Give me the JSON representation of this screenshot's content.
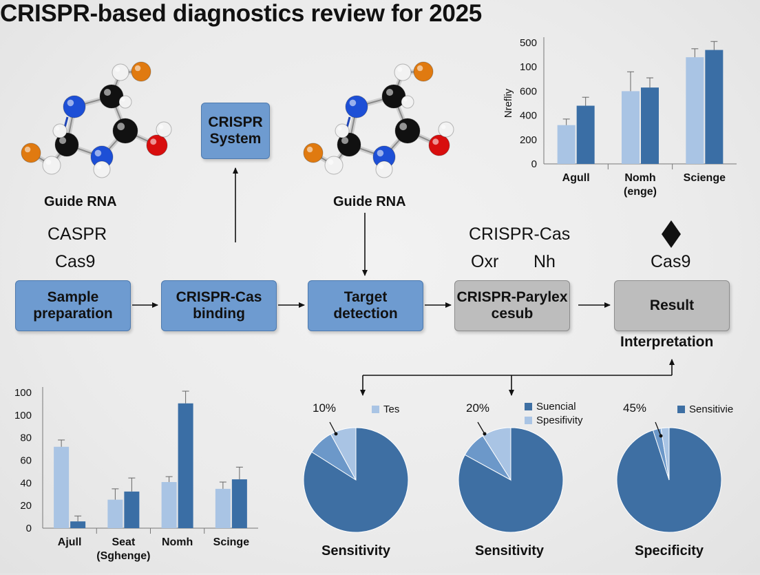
{
  "title": "CRISPR-based diagnostics review for 2025",
  "molecules": [
    {
      "label": "Guide RNA"
    },
    {
      "label": "Guide RNA"
    }
  ],
  "crispr_system_box": {
    "line1": "CRISPR",
    "line2": "System"
  },
  "floating_labels": {
    "caspr": "CASPR",
    "cas9_left": "Cas9",
    "crispr_cas": "CRISPR-Cas",
    "oxr": "Oxr",
    "nh": "Nh",
    "cas9_right": "Cas9"
  },
  "pipeline": [
    {
      "line1": "Sample",
      "line2": "preparation",
      "style": "blue"
    },
    {
      "line1": "CRISPR-Cas",
      "line2": "binding",
      "style": "blue"
    },
    {
      "line1": "Target",
      "line2": "detection",
      "style": "blue"
    },
    {
      "line1": "CRISPR-Parylex",
      "line2": "cesub",
      "style": "gray"
    },
    {
      "line1": "Result",
      "line2": "",
      "style": "gray"
    }
  ],
  "interpretation_label": "Interpretation",
  "icons": {
    "diamond": "diamond-icon"
  },
  "colors": {
    "light_bar": "#a9c4e4",
    "dark_bar": "#3a6ea5",
    "pie_main": "#3e6fa3",
    "pie_mid": "#6c98c9",
    "pie_light": "#a9c4e4"
  },
  "chart_data": [
    {
      "type": "bar",
      "ylabel": "Nrefliy",
      "yticks": [
        "500",
        "100",
        "600",
        "400",
        "200",
        "0"
      ],
      "categories": [
        "Agull",
        "Nomh\n(enge)",
        "Scienge"
      ],
      "series": [
        {
          "values": [
            1.6,
            3.0,
            4.4
          ],
          "errors": [
            0.25,
            0.8,
            0.35
          ]
        },
        {
          "values": [
            2.4,
            3.15,
            4.7
          ],
          "errors": [
            0.35,
            0.4,
            0.35
          ]
        }
      ],
      "ylim": [
        0,
        5
      ]
    },
    {
      "type": "bar",
      "yticks": [
        "100",
        "100",
        "80",
        "60",
        "40",
        "20",
        "0"
      ],
      "categories": [
        "Ajull",
        "Seat\n(Sghenge)",
        "Nomh",
        "Scinge"
      ],
      "series": [
        {
          "values": [
            60,
            21,
            34,
            29
          ],
          "errors": [
            5,
            8,
            4,
            5
          ]
        },
        {
          "values": [
            5,
            27,
            92,
            36
          ],
          "errors": [
            4,
            10,
            9,
            9
          ]
        }
      ],
      "ylim": [
        0,
        100
      ]
    },
    {
      "type": "pie",
      "percent_label": "10%",
      "legend": [
        {
          "name": "Tes",
          "color": "#a9c4e4"
        }
      ],
      "caption": "Sensitivity",
      "slices": [
        0.84,
        0.08,
        0.08
      ]
    },
    {
      "type": "pie",
      "percent_label": "20%",
      "legend": [
        {
          "name": "Suencial",
          "color": "#3e6fa3"
        },
        {
          "name": "Spesifivity",
          "color": "#a9c4e4"
        }
      ],
      "caption": "Sensitivity",
      "slices": [
        0.83,
        0.08,
        0.09
      ]
    },
    {
      "type": "pie",
      "percent_label": "45%",
      "legend": [
        {
          "name": "Sensitivie",
          "color": "#3e6fa3"
        }
      ],
      "caption": "Specificity",
      "slices": [
        0.95,
        0.025,
        0.025
      ]
    }
  ]
}
